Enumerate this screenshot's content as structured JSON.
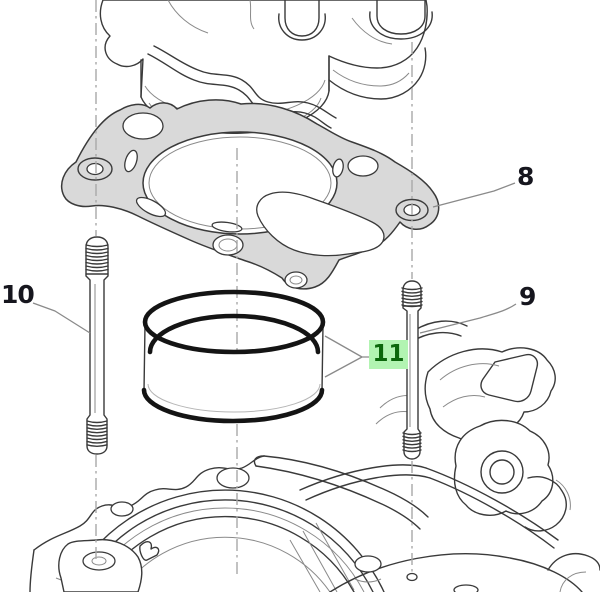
{
  "diagram": {
    "callouts": {
      "c8": {
        "label": "8",
        "highlighted": false
      },
      "c9": {
        "label": "9",
        "highlighted": false
      },
      "c10": {
        "label": "10",
        "highlighted": false
      },
      "c11": {
        "label": "11",
        "highlighted": true
      }
    },
    "colors": {
      "line": "#3a3a3a",
      "centerline": "#a9a9a9",
      "gasket_fill": "#d9d9d9",
      "ring": "#141414",
      "label_text": "#16161e",
      "highlight_bg": "#b2f4b2",
      "highlight_text": "#0b670b",
      "background": "#ffffff"
    }
  }
}
